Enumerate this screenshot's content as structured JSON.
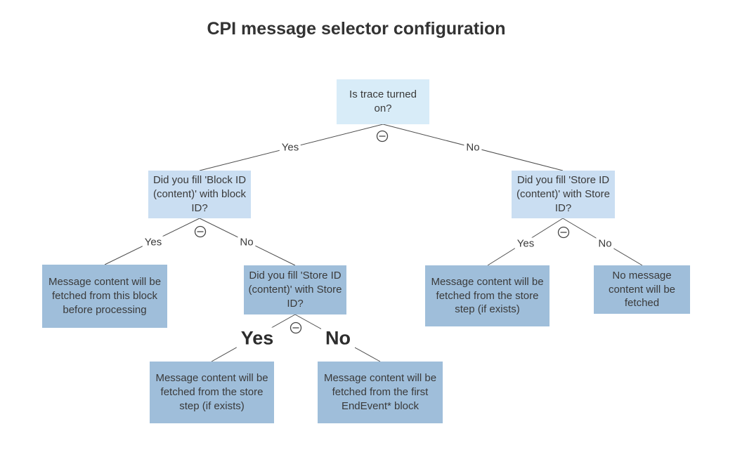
{
  "title": "CPI message selector configuration",
  "colors": {
    "root_fill": "#d8ecf8",
    "question_fill": "#cadef2",
    "result_fill": "#9fbeda",
    "text": "#3a3a3a",
    "line": "#4d4d4d"
  },
  "icons": {
    "collapse": "minus-in-circle"
  },
  "diagram": {
    "type": "decision-tree",
    "nodes": {
      "root": "Is trace turned on?",
      "q_block": "Did you fill 'Block ID (content)' with block ID?",
      "q_store_left": "Did you fill 'Store ID (content)' with Store ID?",
      "q_store_right": "Did you fill 'Store ID (content)' with Store ID?",
      "leaf_block": "Message content will be fetched from this block before processing",
      "leaf_store_bottom": "Message content will be fetched from the store step (if exists)",
      "leaf_endevent": "Message content will be fetched from the first EndEvent* block",
      "leaf_store_right": "Message content will be fetched from the store step (if exists)",
      "leaf_none": "No message content will be fetched"
    },
    "edges": [
      {
        "from": "root",
        "to": "q_block",
        "label": "Yes",
        "emphasis": false
      },
      {
        "from": "root",
        "to": "q_store_right",
        "label": "No",
        "emphasis": false
      },
      {
        "from": "q_block",
        "to": "leaf_block",
        "label": "Yes",
        "emphasis": false
      },
      {
        "from": "q_block",
        "to": "q_store_left",
        "label": "No",
        "emphasis": false
      },
      {
        "from": "q_store_left",
        "to": "leaf_store_bottom",
        "label": "Yes",
        "emphasis": true
      },
      {
        "from": "q_store_left",
        "to": "leaf_endevent",
        "label": "No",
        "emphasis": true
      },
      {
        "from": "q_store_right",
        "to": "leaf_store_right",
        "label": "Yes",
        "emphasis": false
      },
      {
        "from": "q_store_right",
        "to": "leaf_none",
        "label": "No",
        "emphasis": false
      }
    ]
  }
}
